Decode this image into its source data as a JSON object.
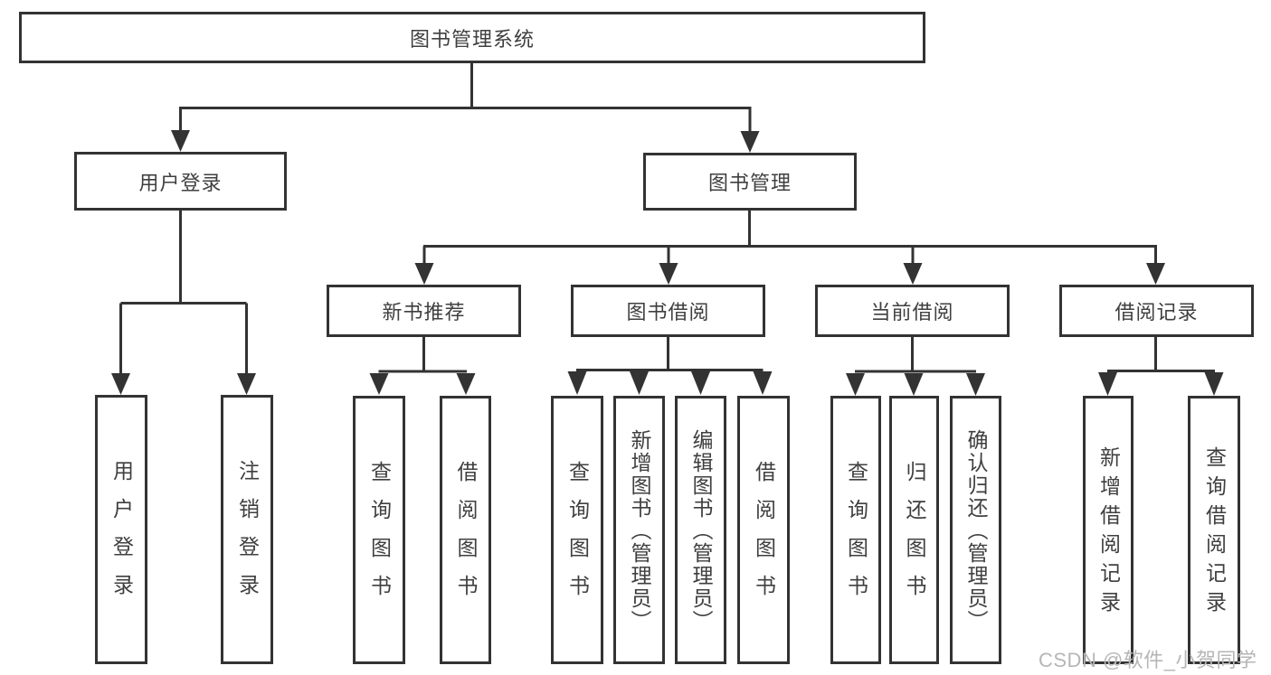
{
  "diagram": {
    "root": {
      "label": "图书管理系统"
    },
    "branches": [
      {
        "label": "用户登录",
        "children": [
          {
            "label": "用户登录"
          },
          {
            "label": "注销登录"
          }
        ]
      },
      {
        "label": "图书管理",
        "children": [
          {
            "label": "新书推荐",
            "children": [
              {
                "label": "查询图书"
              },
              {
                "label": "借阅图书"
              }
            ]
          },
          {
            "label": "图书借阅",
            "children": [
              {
                "label": "查询图书"
              },
              {
                "label": "新增图书（管理员）"
              },
              {
                "label": "编辑图书（管理员）"
              },
              {
                "label": "借阅图书"
              }
            ]
          },
          {
            "label": "当前借阅",
            "children": [
              {
                "label": "查询图书"
              },
              {
                "label": "归还图书"
              },
              {
                "label": "确认归还（管理员）"
              }
            ]
          },
          {
            "label": "借阅记录",
            "children": [
              {
                "label": "新增借阅记录"
              },
              {
                "label": "查询借阅记录"
              }
            ]
          }
        ]
      }
    ]
  },
  "watermark": {
    "text": "CSDN @软件_小贺同学"
  },
  "colors": {
    "line": "#333333",
    "border": "#333333",
    "text": "#3f3f3f",
    "watermark": "#b6b6b6",
    "background": "#ffffff"
  }
}
